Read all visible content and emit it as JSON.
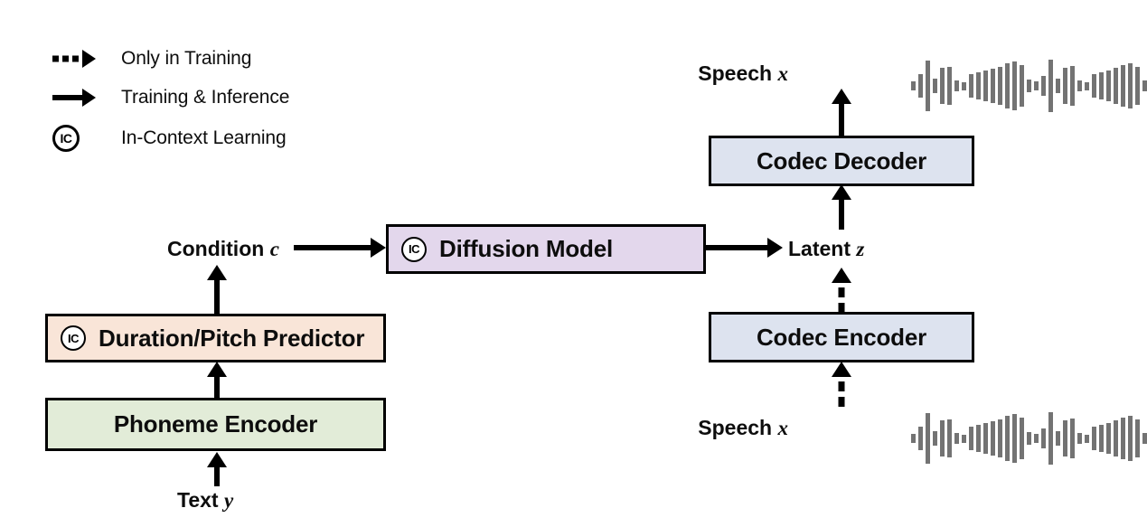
{
  "legend": {
    "items": [
      {
        "glyph": "dashed-arrow-icon",
        "label": "Only in Training"
      },
      {
        "glyph": "solid-arrow-icon",
        "label": "Training & Inference"
      },
      {
        "glyph": "ic-badge-icon",
        "label": "In-Context Learning",
        "badge": "IC"
      }
    ]
  },
  "nodes": {
    "phoneme_encoder": {
      "label": "Phoneme Encoder",
      "color": "#e2ecd8"
    },
    "duration_pitch_predictor": {
      "label": "Duration/Pitch Predictor",
      "color": "#f9e5d8",
      "badge": "IC"
    },
    "diffusion_model": {
      "label": "Diffusion Model",
      "color": "#e3d7ec",
      "badge": "IC"
    },
    "codec_encoder": {
      "label": "Codec Encoder",
      "color": "#dde3ef"
    },
    "codec_decoder": {
      "label": "Codec Decoder",
      "color": "#dde3ef"
    }
  },
  "labels": {
    "text_input": {
      "text": "Text ",
      "var": "y"
    },
    "condition": {
      "text": "Condition ",
      "var": "c"
    },
    "latent": {
      "text": "Latent ",
      "var": "z"
    },
    "speech_output": {
      "text": "Speech ",
      "var": "x"
    },
    "speech_input": {
      "text": "Speech ",
      "var": "x"
    }
  },
  "waveforms": {
    "top": {
      "name": "speech-waveform-output",
      "color": "#737373",
      "bars": [
        10,
        26,
        56,
        16,
        40,
        42,
        12,
        9,
        26,
        30,
        34,
        38,
        42,
        50,
        54,
        46,
        14,
        10,
        22,
        58,
        16,
        40,
        44,
        12,
        9,
        26,
        30,
        34,
        40,
        46,
        50,
        42,
        12,
        9
      ]
    },
    "bottom": {
      "name": "speech-waveform-input",
      "color": "#737373",
      "bars": [
        10,
        26,
        56,
        16,
        40,
        42,
        12,
        9,
        26,
        30,
        34,
        38,
        42,
        50,
        54,
        46,
        14,
        10,
        22,
        58,
        16,
        40,
        44,
        12,
        9,
        26,
        30,
        34,
        40,
        46,
        50,
        42,
        12,
        9
      ]
    }
  },
  "colors": {
    "stroke": "#000000",
    "background": "#ffffff",
    "waveform": "#737373"
  }
}
